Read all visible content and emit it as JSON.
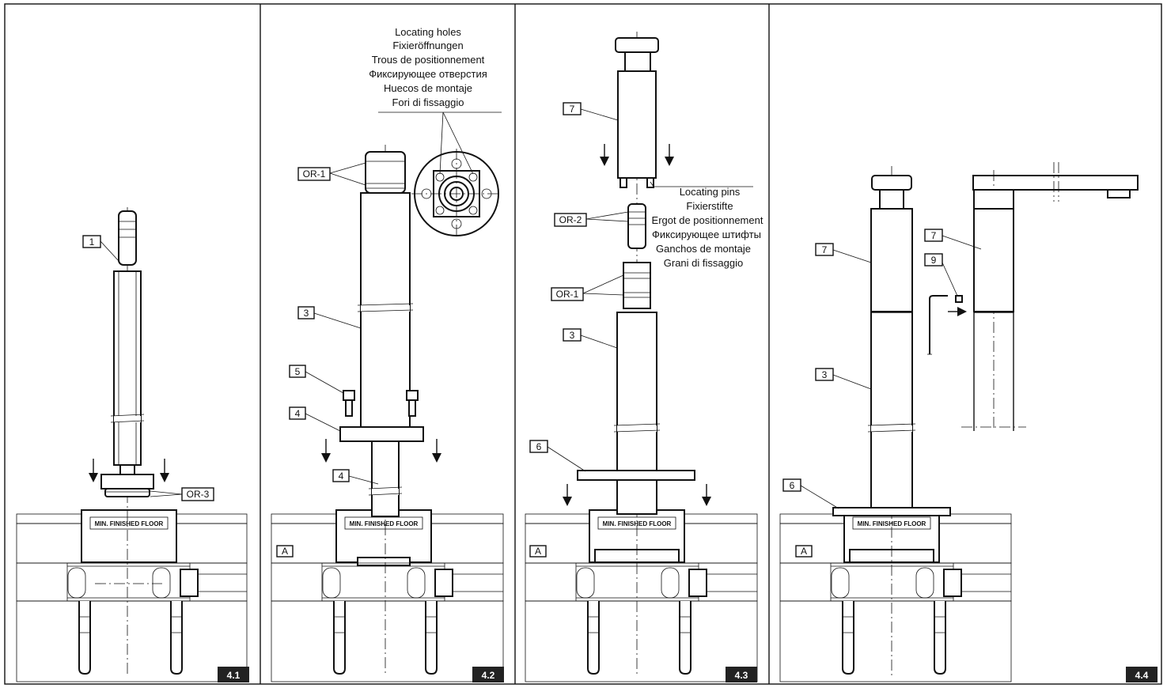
{
  "floor_text": "MIN. FINISHED FLOOR",
  "label_a": "A",
  "panels": [
    {
      "step": "4.1",
      "tags": {
        "p1": "1",
        "or3": "OR-3"
      }
    },
    {
      "step": "4.2",
      "tags": {
        "or1": "OR-1",
        "p3": "3",
        "p5": "5",
        "p4a": "4",
        "p4b": "4"
      },
      "note_lines": [
        "Locating holes",
        "Fixieröffnungen",
        "Trous de positionnement",
        "Фиксирующее отверстия",
        "Huecos de montaje",
        "Fori di fissaggio"
      ]
    },
    {
      "step": "4.3",
      "tags": {
        "p7": "7",
        "or2": "OR-2",
        "or1": "OR-1",
        "p3": "3",
        "p6": "6"
      },
      "note_lines": [
        "Locating pins",
        "Fixierstifte",
        "Ergot de positionnement",
        "Фиксирующее штифты",
        "Ganchos de montaje",
        "Grani di fissaggio"
      ]
    },
    {
      "step": "4.4",
      "tags": {
        "p7a": "7",
        "p7b": "7",
        "p9": "9",
        "p3": "3",
        "p6": "6"
      }
    }
  ]
}
